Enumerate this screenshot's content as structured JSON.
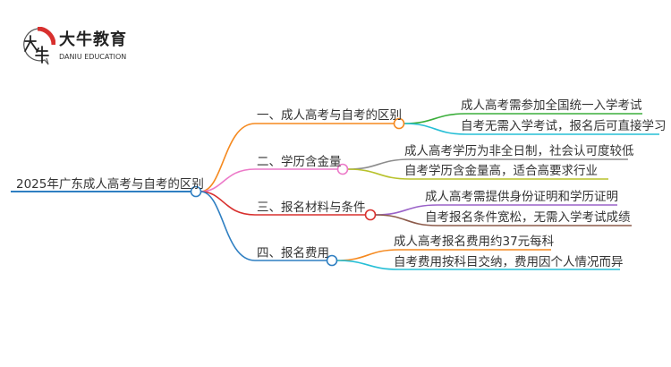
{
  "logo": {
    "brand": "大牛教育",
    "subtitle": "DANIU EDUCATION",
    "mark": "大牛"
  },
  "root": "2025年广东成人高考与自考的区别",
  "branches": [
    {
      "label": "一、成人高考与自考的区别",
      "color": "#f5891f",
      "leaves": [
        {
          "text": "成人高考需参加全国统一入学考试",
          "color": "#3bae3b"
        },
        {
          "text": "自考无需入学考试，报名后可直接学习",
          "color": "#27bfd6"
        }
      ]
    },
    {
      "label": "二、学历含金量",
      "color": "#ec79c8",
      "leaves": [
        {
          "text": "成人高考学历为非全日制，社会认可度较低",
          "color": "#8c8c8c"
        },
        {
          "text": "自考学历含金量高，适合高要求行业",
          "color": "#b8c22c"
        }
      ]
    },
    {
      "label": "三、报名材料与条件",
      "color": "#d8302e",
      "leaves": [
        {
          "text": "成人高考需提供身份证明和学历证明",
          "color": "#9a62c8"
        },
        {
          "text": "自考报名条件宽松，无需入学考试成绩",
          "color": "#8c5a4a"
        }
      ]
    },
    {
      "label": "四、报名费用",
      "color": "#2f7fc2",
      "leaves": [
        {
          "text": "成人高考报名费用约37元每科",
          "color": "#f5891f"
        },
        {
          "text": "自考费用按科目交纳，费用因个人情况而异",
          "color": "#27bfd6"
        }
      ]
    }
  ]
}
